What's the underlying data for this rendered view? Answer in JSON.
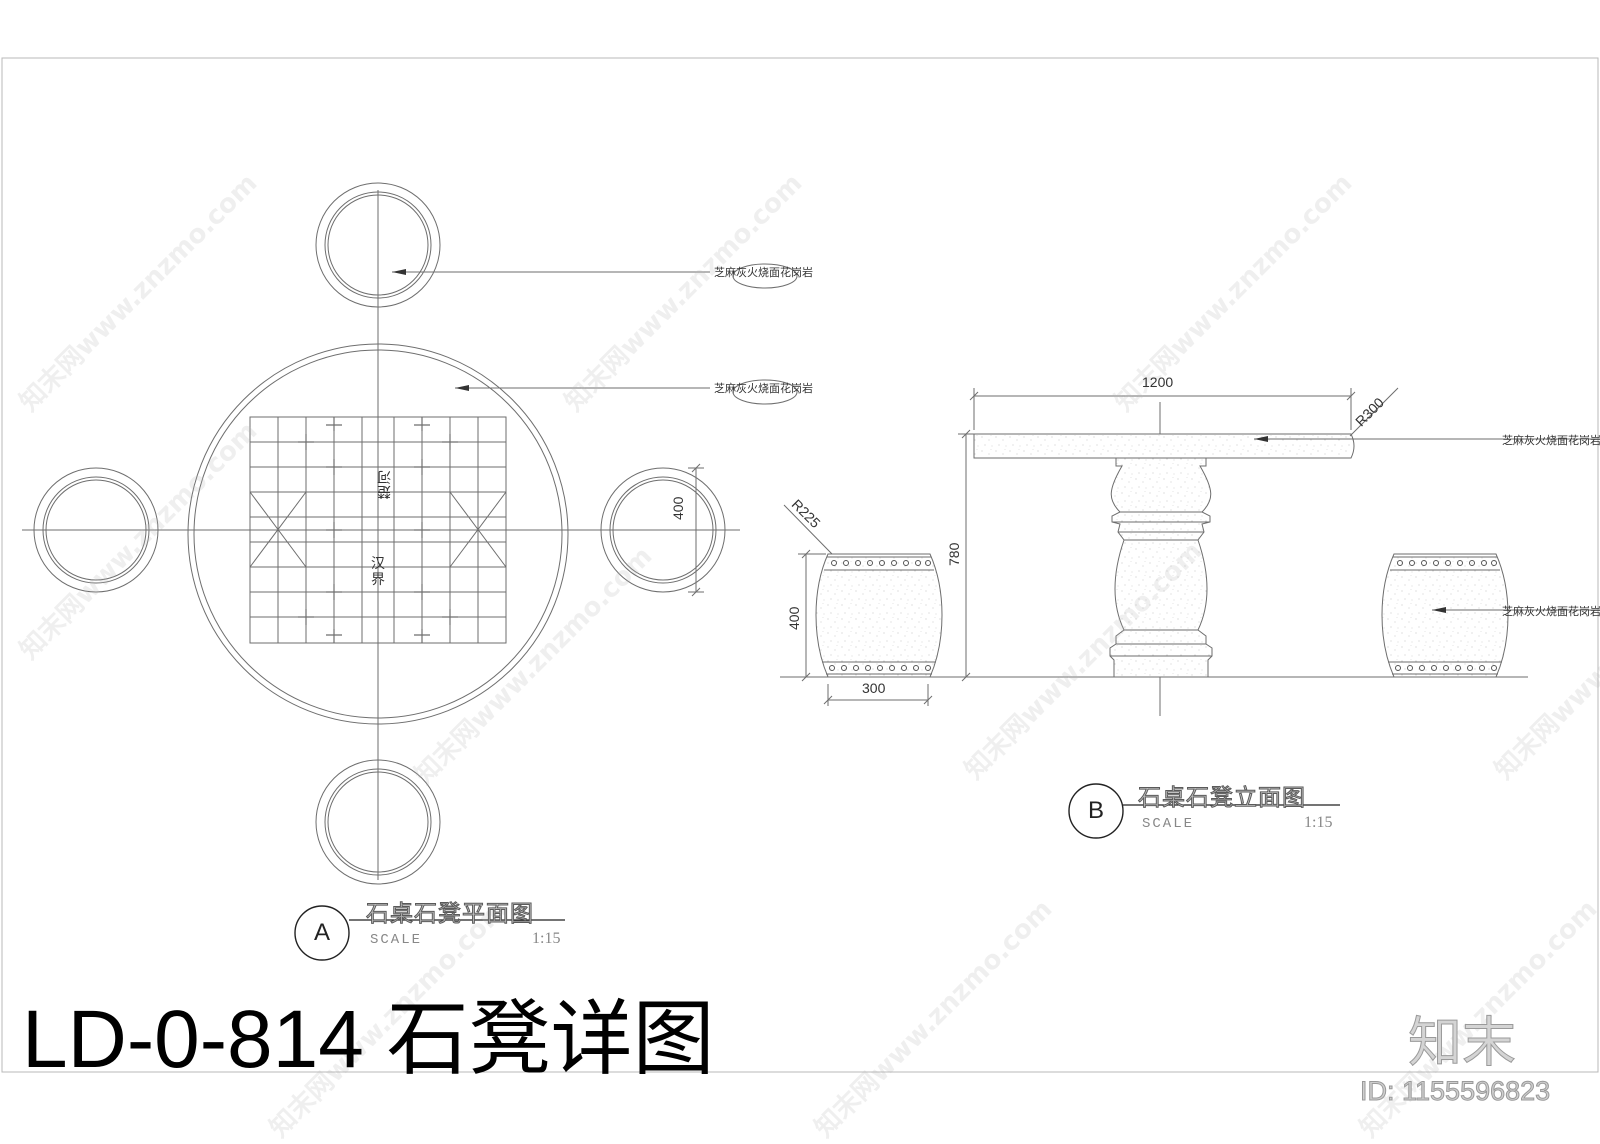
{
  "sheet": {
    "title": "LD-0-814 石凳详图",
    "brand": "知末",
    "image_id": "ID: 1155596823",
    "watermark_text": "知末网www.znzmo.com"
  },
  "plan_view": {
    "callouts": [
      "芝麻灰火烧面花岗岩",
      "芝麻灰火烧面花岗岩"
    ],
    "dimension_stool": "400",
    "river_text_a": "楚河",
    "river_text_b": "汉界",
    "label": {
      "tag": "A",
      "title": "石桌石凳平面图",
      "scale_word": "SCALE",
      "ratio": "1:15"
    }
  },
  "elevation_view": {
    "dimensions": {
      "table_width": "1200",
      "table_height": "780",
      "table_radius": "R300",
      "stool_radius": "R225",
      "stool_height": "400",
      "stool_width": "300"
    },
    "callouts": [
      "芝麻灰火烧面花岗岩",
      "芝麻灰火烧面花岗岩"
    ],
    "label": {
      "tag": "B",
      "title": "石桌石凳立面图",
      "scale_word": "SCALE",
      "ratio": "1:15"
    }
  }
}
